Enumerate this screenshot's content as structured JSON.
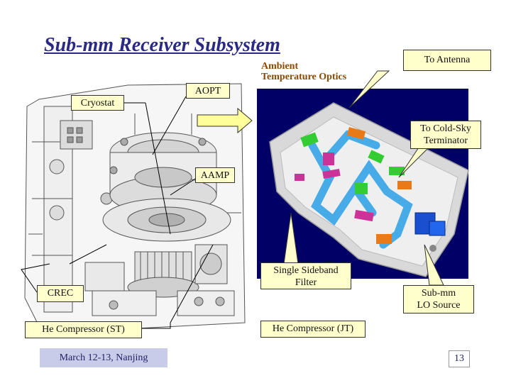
{
  "slide": {
    "title": "Sub-mm Receiver Subsystem",
    "footer_date": "March 12-13, Nanjing",
    "page_number": "13"
  },
  "callouts": {
    "cryostat": "Cryostat",
    "aopt": "AOPT",
    "aamp": "AAMP",
    "crec": "CREC",
    "he_compressor_st": "He Compressor (ST)",
    "he_compressor_jt": "He Compressor (JT)",
    "single_sideband_filter": "Single Sideband\nFilter",
    "submm_lo_source": "Sub-mm\nLO Source",
    "to_antenna": "To Antenna",
    "to_cold_sky_terminator": "To Cold-Sky\nTerminator",
    "ambient_temperature_optics": "Ambient\nTemperature Optics"
  },
  "colors": {
    "title": "#2a2a86",
    "callout_fill": "#ffffcc",
    "label_text": "#8a4a00",
    "footer_fill": "#c9cce8",
    "arrow_fill": "#ffff99",
    "optics_background": "#000066"
  }
}
